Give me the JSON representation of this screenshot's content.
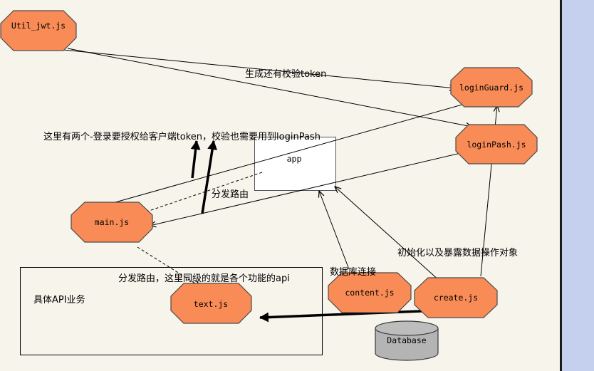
{
  "nodes": {
    "util_jwt": "Util_jwt.js",
    "login_guard": "loginGuard.js",
    "login_pash": "loginPash.js",
    "app": "app",
    "main": "main.js",
    "text": "text.js",
    "content": "content.js",
    "create": "create.js",
    "database": "Database"
  },
  "labels": {
    "generate_verify": "生成还有校验token",
    "two_logins_note": "这里有两个-登录要授权给客户端token，校验也需要用到loginPash",
    "dispatch_route": "分发路由",
    "db_connect": "数据库连接",
    "init_expose": "初始化以及暴露数据操作对象",
    "dispatch_api": "分发路由，这里同级的就是各个功能的api",
    "api_business": "具体API业务"
  },
  "colors": {
    "node_fill": "#f98c56",
    "node_stroke": "#4a4a4a",
    "database_fill": "#b4b4b4",
    "panel_strip": "#c5d0ee"
  }
}
